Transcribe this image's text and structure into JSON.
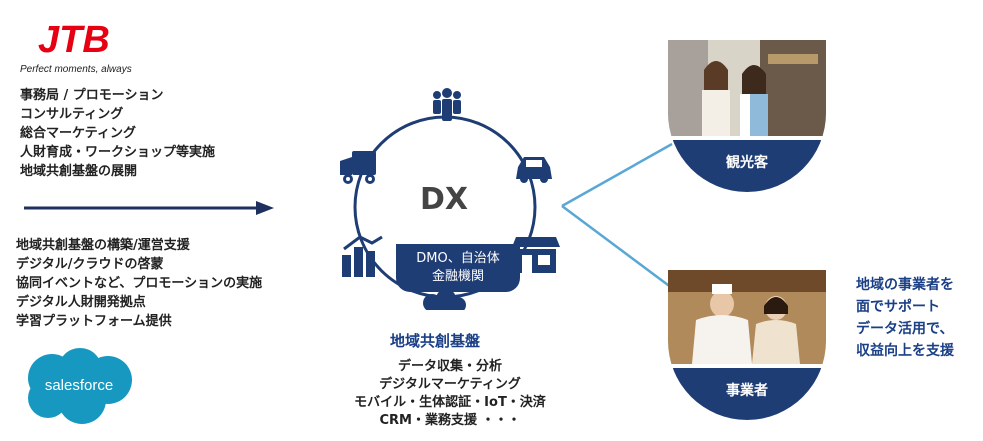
{
  "brand": {
    "logo_text": "JTB",
    "tagline": "Perfect moments, always",
    "color": "#e60012"
  },
  "top_services": [
    "事務局 / プロモーション",
    "コンサルティング",
    "総合マーケティング",
    "人財育成・ワークショップ等実施",
    "地域共創基盤の展開"
  ],
  "bottom_services": [
    "地域共創基盤の構築/運営支援",
    "デジタル/クラウドの啓蒙",
    "協同イベントなど、プロモーションの実施",
    "デジタル人財開発拠点",
    "学習プラットフォーム提供"
  ],
  "partner_logo": {
    "text": "salesforce",
    "color": "#1798c1"
  },
  "hub": {
    "label": "DX",
    "badge_line1": "DMO、自治体",
    "badge_line2": "金融機関",
    "badge_color": "#1f3d75",
    "ring_color": "#1f3d75",
    "icons": [
      "people-icon",
      "truck-icon",
      "car-icon",
      "building-icon",
      "shop-icon",
      "cloud-icon"
    ]
  },
  "platform": {
    "title": "地域共創基盤",
    "items": [
      "データ収集・分析",
      "デジタルマーケティング",
      "モバイル・生体認証・IoT・決済",
      "CRM・業務支援 ・・・"
    ]
  },
  "targets": {
    "tourist_label": "観光客",
    "business_label": "事業者"
  },
  "side_text": [
    "地域の事業者を",
    "面でサポート",
    "データ活用で、",
    "収益向上を支援"
  ],
  "colors": {
    "navy": "#1f3d75",
    "connector": "#5aa7d6",
    "accent_blue": "#1a3f86"
  }
}
